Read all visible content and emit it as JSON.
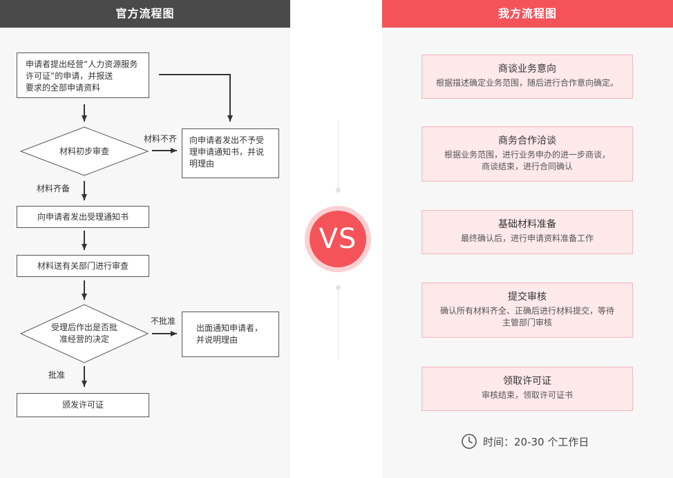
{
  "left": {
    "header": "官方流程图",
    "nodes": {
      "apply": [
        "申请者提出经营“人力资源服务",
        "许可证”的申请，并报送",
        "要求的全部申请资料"
      ],
      "initial_review": "材料初步审查",
      "reject_notice": [
        "向申请者发出不予受",
        "理申请通知书，并说",
        "明理由"
      ],
      "accept_notice": "向申请者发出受理通知书",
      "dept_review": "材料送有关部门进行审查",
      "decision": [
        "受理后作出是否批",
        "准经营的决定"
      ],
      "deny_notice": [
        "出面通知申请者，",
        "并说明理由"
      ],
      "issue": "颁发许可证"
    },
    "labels": {
      "incomplete": "材料不齐",
      "complete": "材料齐备",
      "not_approved": "不批准",
      "approved": "批准"
    }
  },
  "vs": "VS",
  "right": {
    "header": "我方流程图",
    "steps": [
      {
        "title": "商谈业务意向",
        "desc": [
          "根据描述确定业务范围，随后进行合作意向确定。"
        ]
      },
      {
        "title": "商务合作洽谈",
        "desc": [
          "根据业务范围，进行业务申办的进一步商谈，",
          "商谈结束，进行合同确认"
        ]
      },
      {
        "title": "基础材料准备",
        "desc": [
          "最终确认后，进行申请资料准备工作"
        ]
      },
      {
        "title": "提交审核",
        "desc": [
          "确认所有材料齐全、正确后进行材料提交，等待",
          "主管部门审核"
        ]
      },
      {
        "title": "领取许可证",
        "desc": [
          "审核结束，领取许可证书"
        ]
      }
    ],
    "time": {
      "icon": "clock-icon",
      "text": "时间：20-30 个工作日"
    }
  },
  "colors": {
    "left_header": "#4a4a4a",
    "accent": "#f5535a",
    "step_bg": "#fde8ea"
  }
}
